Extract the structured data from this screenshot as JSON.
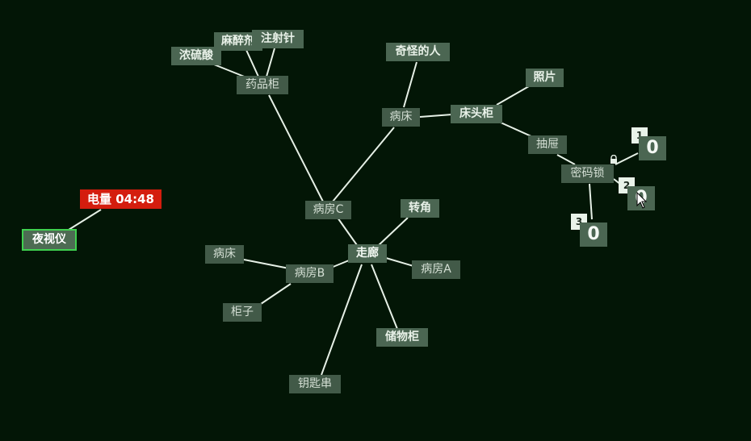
{
  "hud": {
    "battery": "电量 04:48",
    "nightvision": "夜视仪"
  },
  "nodes": {
    "sulfuric_acid": "浓硫酸",
    "anesthetic": "麻醉剂",
    "syringe": "注射针",
    "medicine_cabinet": "药品柜",
    "strange_person": "奇怪的人",
    "photo": "照片",
    "bed_c": "病床",
    "nightstand": "床头柜",
    "drawer": "抽屉",
    "combo_lock": "密码锁",
    "ward_c": "病房C",
    "corner": "转角",
    "bed_b": "病床",
    "corridor": "走廊",
    "ward_a": "病房A",
    "ward_b": "病房B",
    "cabinet": "柜子",
    "storage_cabinet": "储物柜",
    "key_ring": "钥匙串"
  },
  "lock_digits": [
    {
      "label": "1",
      "value": "0"
    },
    {
      "label": "2",
      "value": "0"
    },
    {
      "label": "3",
      "value": "0"
    }
  ],
  "colors": {
    "background": "#031606",
    "node": "#4b6652",
    "battery": "#d41d0e",
    "active_border": "#3fd14f",
    "link": "#e6f0e6"
  }
}
